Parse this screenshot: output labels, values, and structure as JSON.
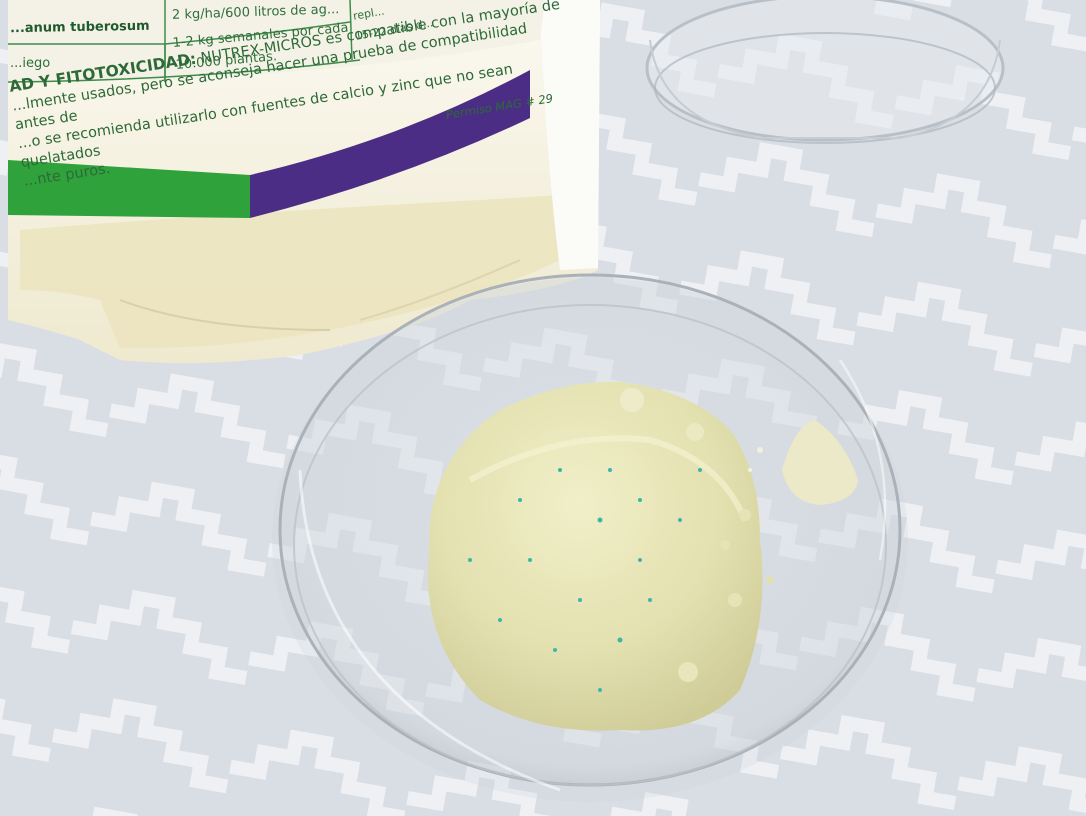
{
  "label": {
    "table": {
      "rows": [
        {
          "crop": "...anum tuberosum",
          "dose": "2 kg/ha/600 litros de ag...",
          "note": "repl..."
        },
        {
          "crop": "...iego",
          "dose": "1-2 kg semanales por cada",
          "dose2": "10.000 plantas.",
          "note": "15-22 días d..."
        }
      ]
    },
    "warning_heading": "AD Y FITOTOXICIDAD:",
    "warning_line1": "NUTREX-MICROS es compatible con la mayoría de",
    "warning_line2": "...lmente usados, pero se aconseja hacer una prueba de compatibilidad antes de",
    "warning_line3": "...o se recomienda utilizarlo con fuentes de calcio y zinc que no sean quelatados",
    "warning_line4": "...nte puros.",
    "permit": "Permiso MAG # 29"
  },
  "colors": {
    "tablecloth": "#dfe3e8",
    "zigzag": "#f6f7f9",
    "bag": "#f3efe0",
    "bag_bottom": "#ece6c8",
    "green_band": "#2fa23c",
    "purple_band": "#4b2d86",
    "text_green": "#2d6a37",
    "powder": "#e8e6b8",
    "powder_speck": "#3cb7a8"
  }
}
